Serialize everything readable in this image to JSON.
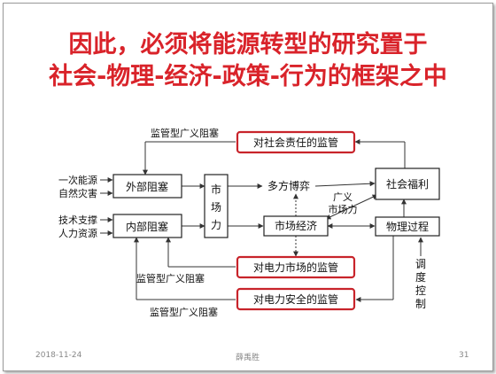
{
  "title": {
    "line1": "因此，必须将能源转型的研究置于",
    "line2": "社会-物理-经济-政策-行为的框架之中"
  },
  "nodes": {
    "external_barrier": "外部阻塞",
    "internal_barrier": "内部阻塞",
    "market_force": [
      "市",
      "场",
      "力"
    ],
    "multi_game": "多方博弈",
    "market_economy": "市场经济",
    "social_welfare": "社会福利",
    "physical_process": "物理过程",
    "social_responsibility": "对社会责任的监管",
    "power_market_reg": "对电力市场的监管",
    "power_safety_reg": "对电力安全的监管"
  },
  "labels": {
    "reg_barrier_top": "监管型广义阻塞",
    "reg_barrier_mid": "监管型广义阻塞",
    "reg_barrier_bottom": "监管型广义阻塞",
    "primary_energy": "一次能源",
    "natural_disaster": "自然灾害",
    "tech_support": "技术支撑",
    "human_resources": "人力资源",
    "broad_market_force_1": "广义",
    "broad_market_force_2": "市场力",
    "dispatch_control": [
      "调",
      "度",
      "控",
      "制"
    ]
  },
  "footer": {
    "date": "2018-11-24",
    "author": "薛禹胜",
    "page": "31"
  },
  "colors": {
    "title": "#d9232a",
    "reg_border": "#c8242b",
    "box_border": "#222222",
    "line": "#333333"
  }
}
